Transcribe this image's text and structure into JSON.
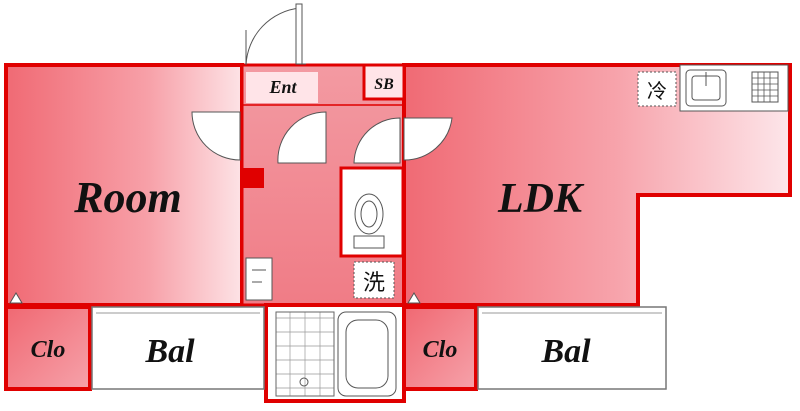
{
  "floorplan": {
    "rooms": {
      "room": "Room",
      "ldk": "LDK",
      "entrance": "Ent",
      "shoe_box": "SB",
      "closet_left": "Clo",
      "closet_right": "Clo",
      "balcony_left": "Bal",
      "balcony_right": "Bal"
    },
    "fixtures": {
      "refrigerator": "冷",
      "washer": "洗"
    },
    "colors": {
      "wall": "#e00000",
      "fill_dark": "#f0707a",
      "fill_light": "#ffe6ea"
    }
  }
}
